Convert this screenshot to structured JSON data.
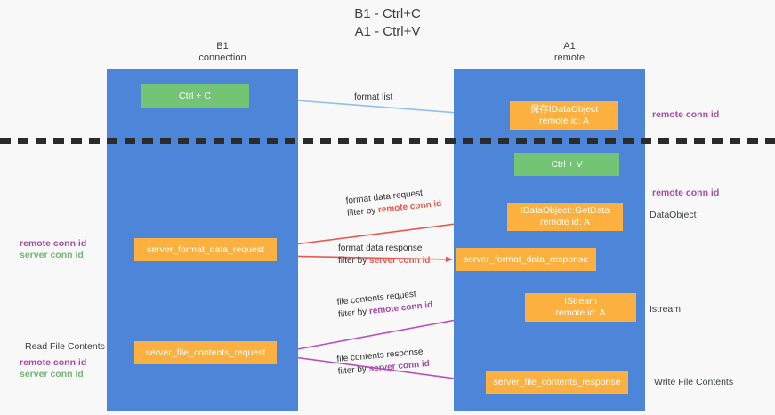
{
  "title": {
    "line1": "B1 - Ctrl+C",
    "line2": "A1 - Ctrl+V"
  },
  "columns": [
    {
      "name": "b1",
      "line1": "B1",
      "line2": "connection"
    },
    {
      "name": "a1",
      "line1": "A1",
      "line2": "remote"
    }
  ],
  "nodes": {
    "ctrl_c": {
      "line1": "Ctrl + C",
      "line2": "",
      "color": "#74c476"
    },
    "save_idataobject": {
      "line1": "保存IDataObject",
      "line2": "remote id: A",
      "color": "#fbb040"
    },
    "ctrl_v": {
      "line1": "Ctrl + V",
      "line2": "",
      "color": "#74c476"
    },
    "getdata": {
      "line1": "IDataObject::GetData",
      "line2": "remote id: A",
      "color": "#fbb040"
    },
    "server_format_data_request": {
      "line1": "server_format_data_request",
      "line2": "",
      "color": "#fbb040"
    },
    "server_format_data_response": {
      "line1": "server_format_data_response",
      "line2": "",
      "color": "#fbb040"
    },
    "istream": {
      "line1": "IStream",
      "line2": "remote id: A",
      "color": "#fbb040"
    },
    "server_file_contents_request": {
      "line1": "server_file_contents_request",
      "line2": "",
      "color": "#fbb040"
    },
    "server_file_contents_response": {
      "line1": "server_file_contents_response",
      "line2": "",
      "color": "#fbb040"
    }
  },
  "edges": {
    "format_list": {
      "label": "format list"
    },
    "format_data_request": {
      "label": "format data request",
      "filter_prefix": "filter by ",
      "filter_key": "remote conn id"
    },
    "format_data_response": {
      "label": "format data response",
      "filter_prefix": "filter by ",
      "filter_key": "server conn id"
    },
    "file_contents_request": {
      "label": "file contents request",
      "filter_prefix": "filter by ",
      "filter_key": "remote conn id"
    },
    "file_contents_response": {
      "label": "file contents response",
      "filter_prefix": "filter by ",
      "filter_key": "server conn id"
    }
  },
  "annotations": {
    "remote_conn_id_top": "remote conn id",
    "remote_conn_id_mid": "remote conn id",
    "dataobject": "DataObject",
    "istream": "Istream",
    "write_file_contents": "Write File Contents",
    "read_file_contents": "Read File Contents",
    "remote_conn_id_left_1": "remote conn id",
    "server_conn_id_left_1": "server conn id",
    "remote_conn_id_left_2": "remote conn id",
    "server_conn_id_left_2": "server conn id"
  },
  "colors": {
    "lane": "#4d85d8",
    "green_node": "#74c476",
    "orange_node": "#fbb040",
    "red_arrow": "#e8584f",
    "purple_arrow": "#bb4fbb",
    "blue_arrow": "#8fc0ea",
    "black_arrow": "#111111",
    "purple_text": "#a64ca6",
    "green_text": "#77b377",
    "background": "#f8f8f8"
  }
}
